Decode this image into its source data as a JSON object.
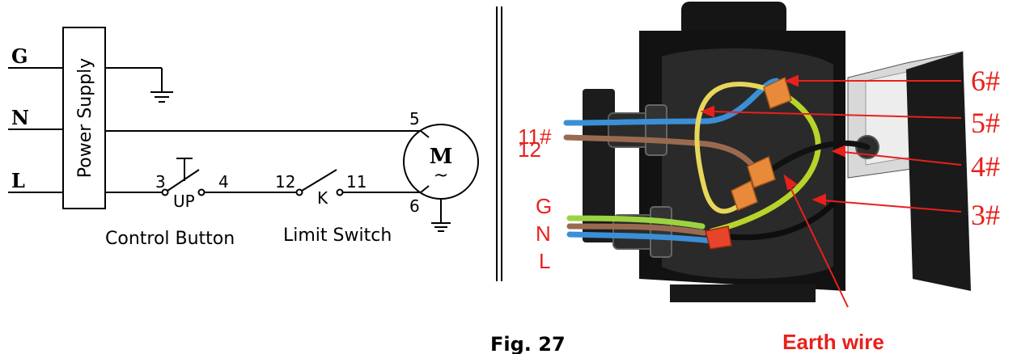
{
  "schematic": {
    "line_labels": {
      "ground": "G",
      "neutral": "N",
      "live": "L"
    },
    "power_supply_label": "Power Supply",
    "control_button": {
      "terminal_left": "3",
      "terminal_right": "4",
      "mark": "UP",
      "caption": "Control Button"
    },
    "limit_switch": {
      "terminal_left": "12",
      "terminal_right": "11",
      "mark": "K",
      "caption": "Limit Switch"
    },
    "motor": {
      "symbol": "M",
      "ac_symbol": "~",
      "terminal_top": "5",
      "terminal_bottom": "6"
    }
  },
  "photo_labels": {
    "wire_6": "6#",
    "wire_5": "5#",
    "wire_4": "4#",
    "wire_3": "3#",
    "wire_11": "11#",
    "wire_12": "12",
    "input_g": "G",
    "input_n": "N",
    "input_l": "L",
    "earth_wire": "Earth wire"
  },
  "figure_caption": "Fig. 27",
  "colors": {
    "annotation_red": "#e8201c",
    "wire_blue": "#3b8fd6",
    "wire_brown": "#9a6a50",
    "wire_green_yellow": "#b8d42a",
    "wire_black": "#1a1a1a",
    "connector_orange": "#e98a3a",
    "connector_red": "#e8442a"
  }
}
